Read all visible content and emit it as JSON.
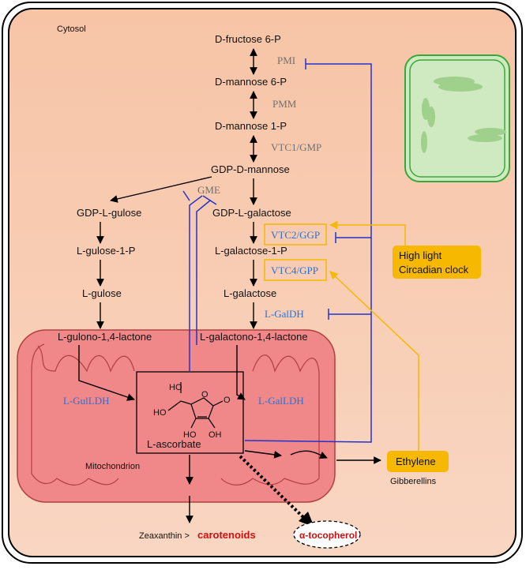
{
  "compartments": {
    "cytosol": "Cytosol",
    "mitochondrion": "Mitochondrion"
  },
  "metabolites": {
    "d_fructose_6p": "D-fructose 6-P",
    "d_mannose_6p": "D-mannose 6-P",
    "d_mannose_1p": "D-mannose 1-P",
    "gdp_d_mannose": "GDP-D-mannose",
    "gdp_l_gulose": "GDP-L-gulose",
    "l_gulose_1p": "L-gulose-1-P",
    "l_gulose": "L-gulose",
    "l_gulono_lactone": "L-gulono-1,4-lactone",
    "gdp_l_galactose": "GDP-L-galactose",
    "l_galactose_1p": "L-galactose-1-P",
    "l_galactose": "L-galactose",
    "l_galactono_lactone": "L-galactono-1,4-lactone",
    "l_ascorbate": "L-ascorbate"
  },
  "enzymes": {
    "pmi": "PMI",
    "pmm": "PMM",
    "vtc1": "VTC1/GMP",
    "gme": "GME",
    "vtc2": "VTC2/GGP",
    "vtc4": "VTC4/GPP",
    "l_galdh": "L-GalDH",
    "l_guldh_mito": "L-GulLDH",
    "l_galdh_mito": "L-GalLDH"
  },
  "regulators": {
    "high_light": "High light",
    "circadian": "Circadian clock",
    "ethylene": "Ethylene",
    "gibberellins": "Gibberellins"
  },
  "products": {
    "zeaxanthin": "Zeaxanthin >",
    "carotenoids": "carotenoids",
    "tocopherol": "α-tocopherol"
  },
  "structure_labels": {
    "ho_top": "HO",
    "ho_left": "HO",
    "o_ring": "O",
    "o_carbonyl": "O",
    "ho_bottom": "HO",
    "oh_bottom": "OH"
  },
  "colors": {
    "cytosol_fill": "#f7c8ae",
    "mito_fill": "#f0888a",
    "chloroplast_fill": "#cfeac0",
    "inhibition_blue": "#2233cc",
    "regulator_orange": "#f6b800",
    "product_red": "#cc1111",
    "enzyme_blue_text": "#2f6fd0",
    "enzyme_gray_text": "#707070"
  }
}
